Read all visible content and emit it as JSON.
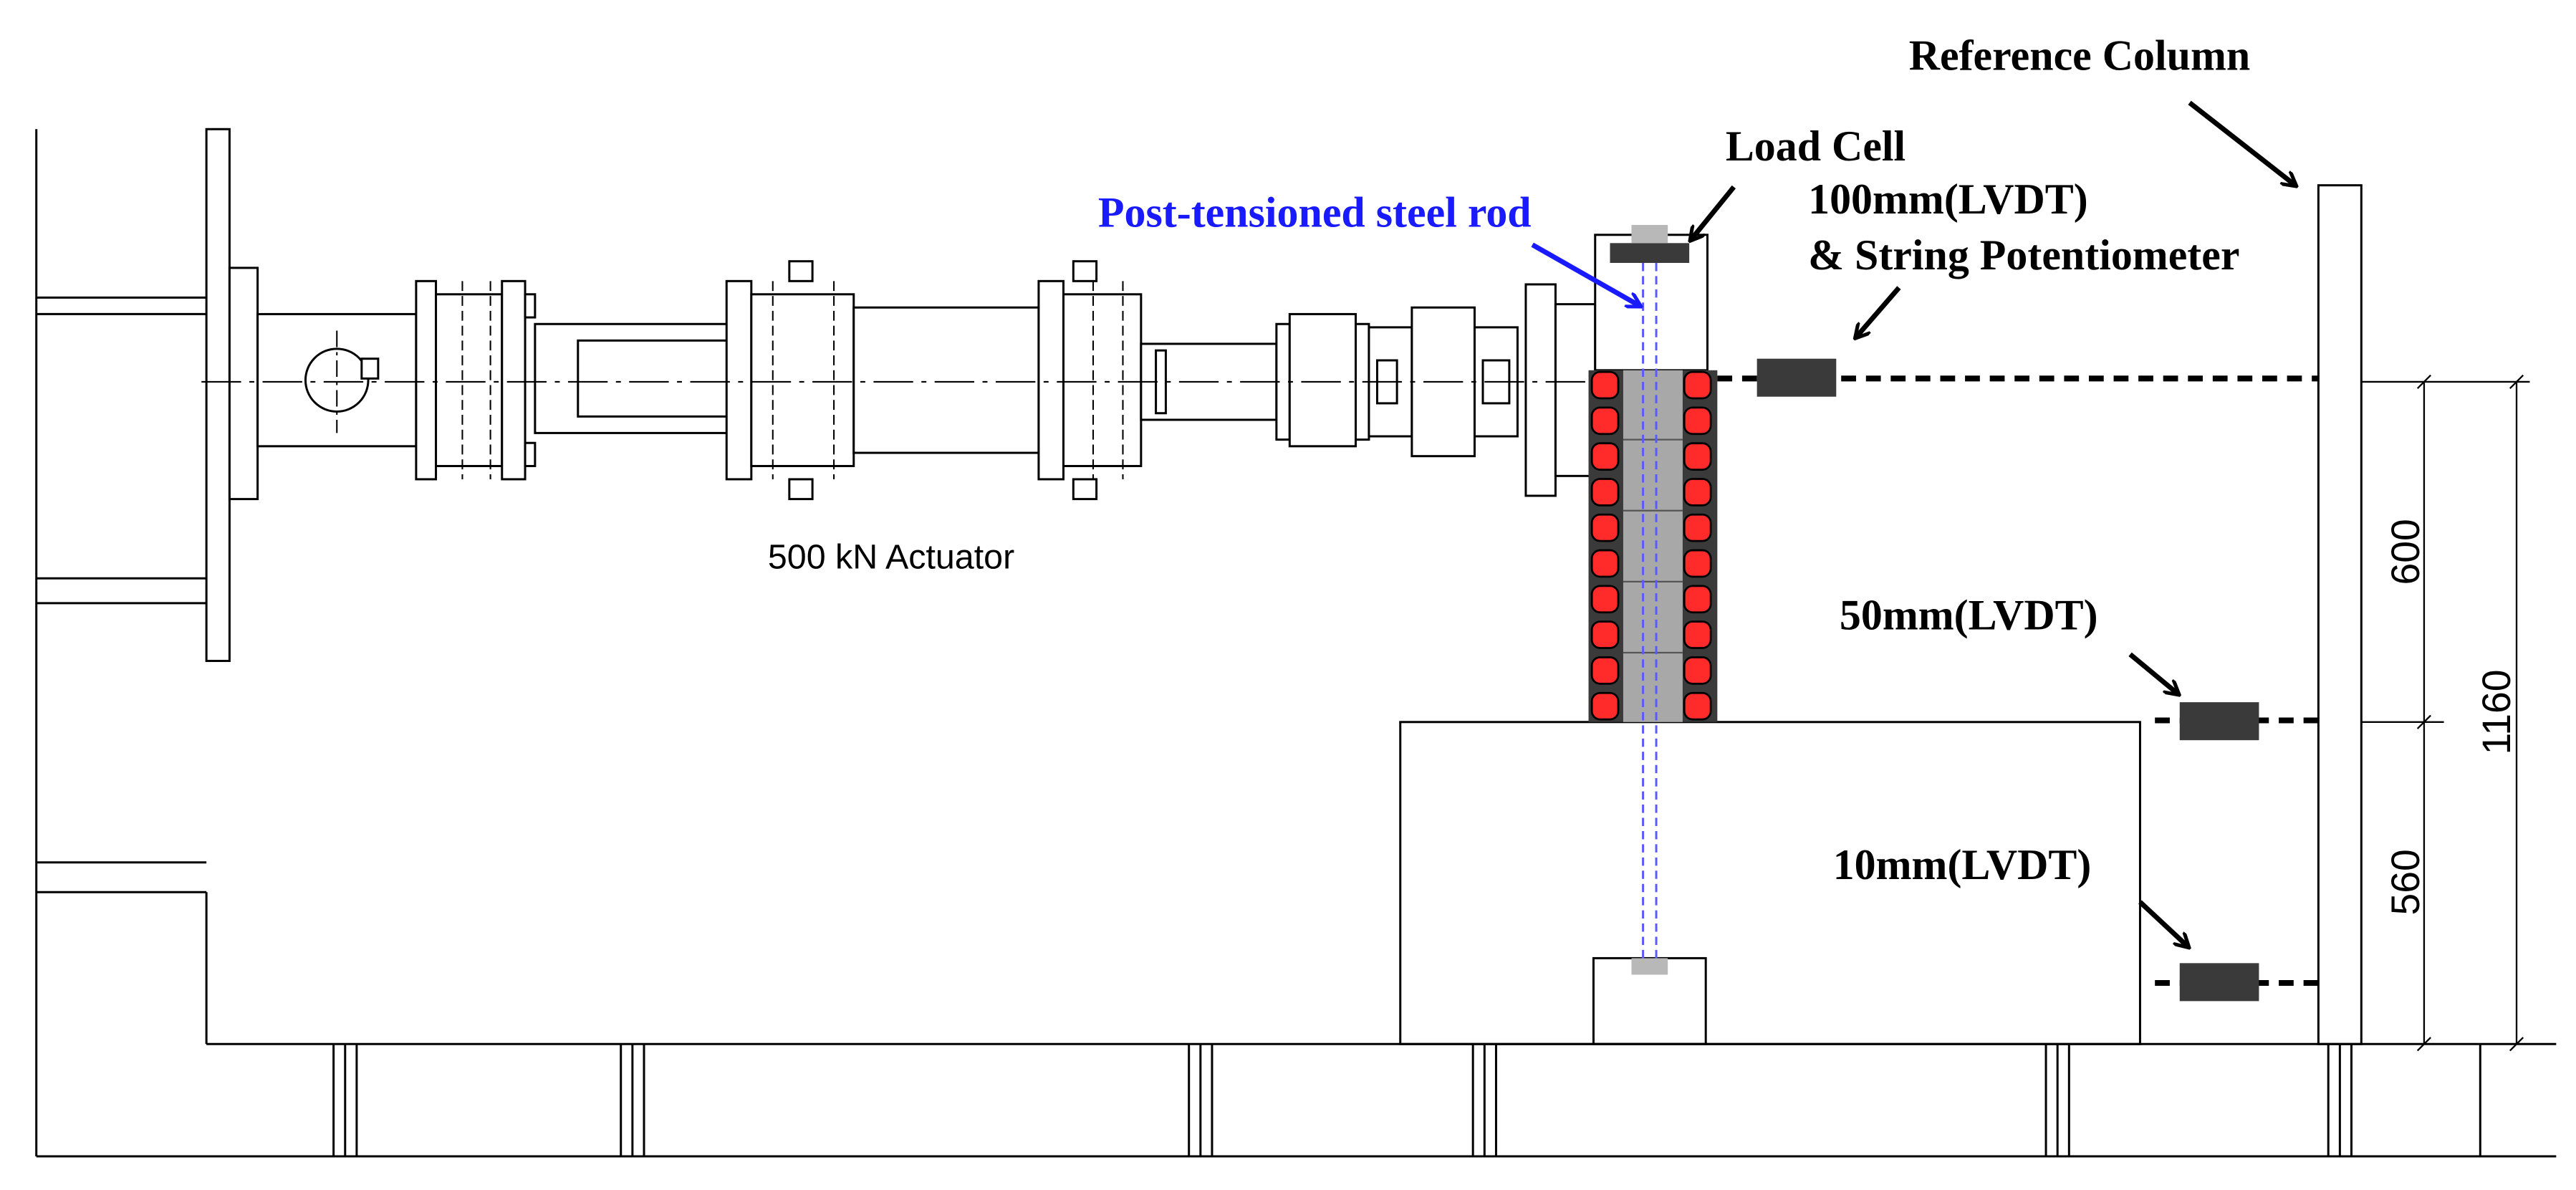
{
  "labels": {
    "reference_column": "Reference Column",
    "load_cell": "Load Cell",
    "lvdt_100_line1": "100mm(LVDT)",
    "lvdt_100_line2": "& String Potentiometer",
    "steel_rod": "Post-tensioned steel rod",
    "actuator": "500 kN Actuator",
    "lvdt_50": "50mm(LVDT)",
    "lvdt_10": "10mm(LVDT)"
  },
  "dimensions": {
    "upper": "600",
    "lower": "560",
    "total": "1160"
  },
  "colors": {
    "line": "#000000",
    "steel_rod_label": "#1a1aff",
    "steel_rod_line": "#5a5aff",
    "lvdt_body": "#3a3a3a",
    "masonry_unit": "#ff2a2a",
    "core_grey": "#a8a8a8",
    "load_cell_grey": "#b8b8b8"
  }
}
